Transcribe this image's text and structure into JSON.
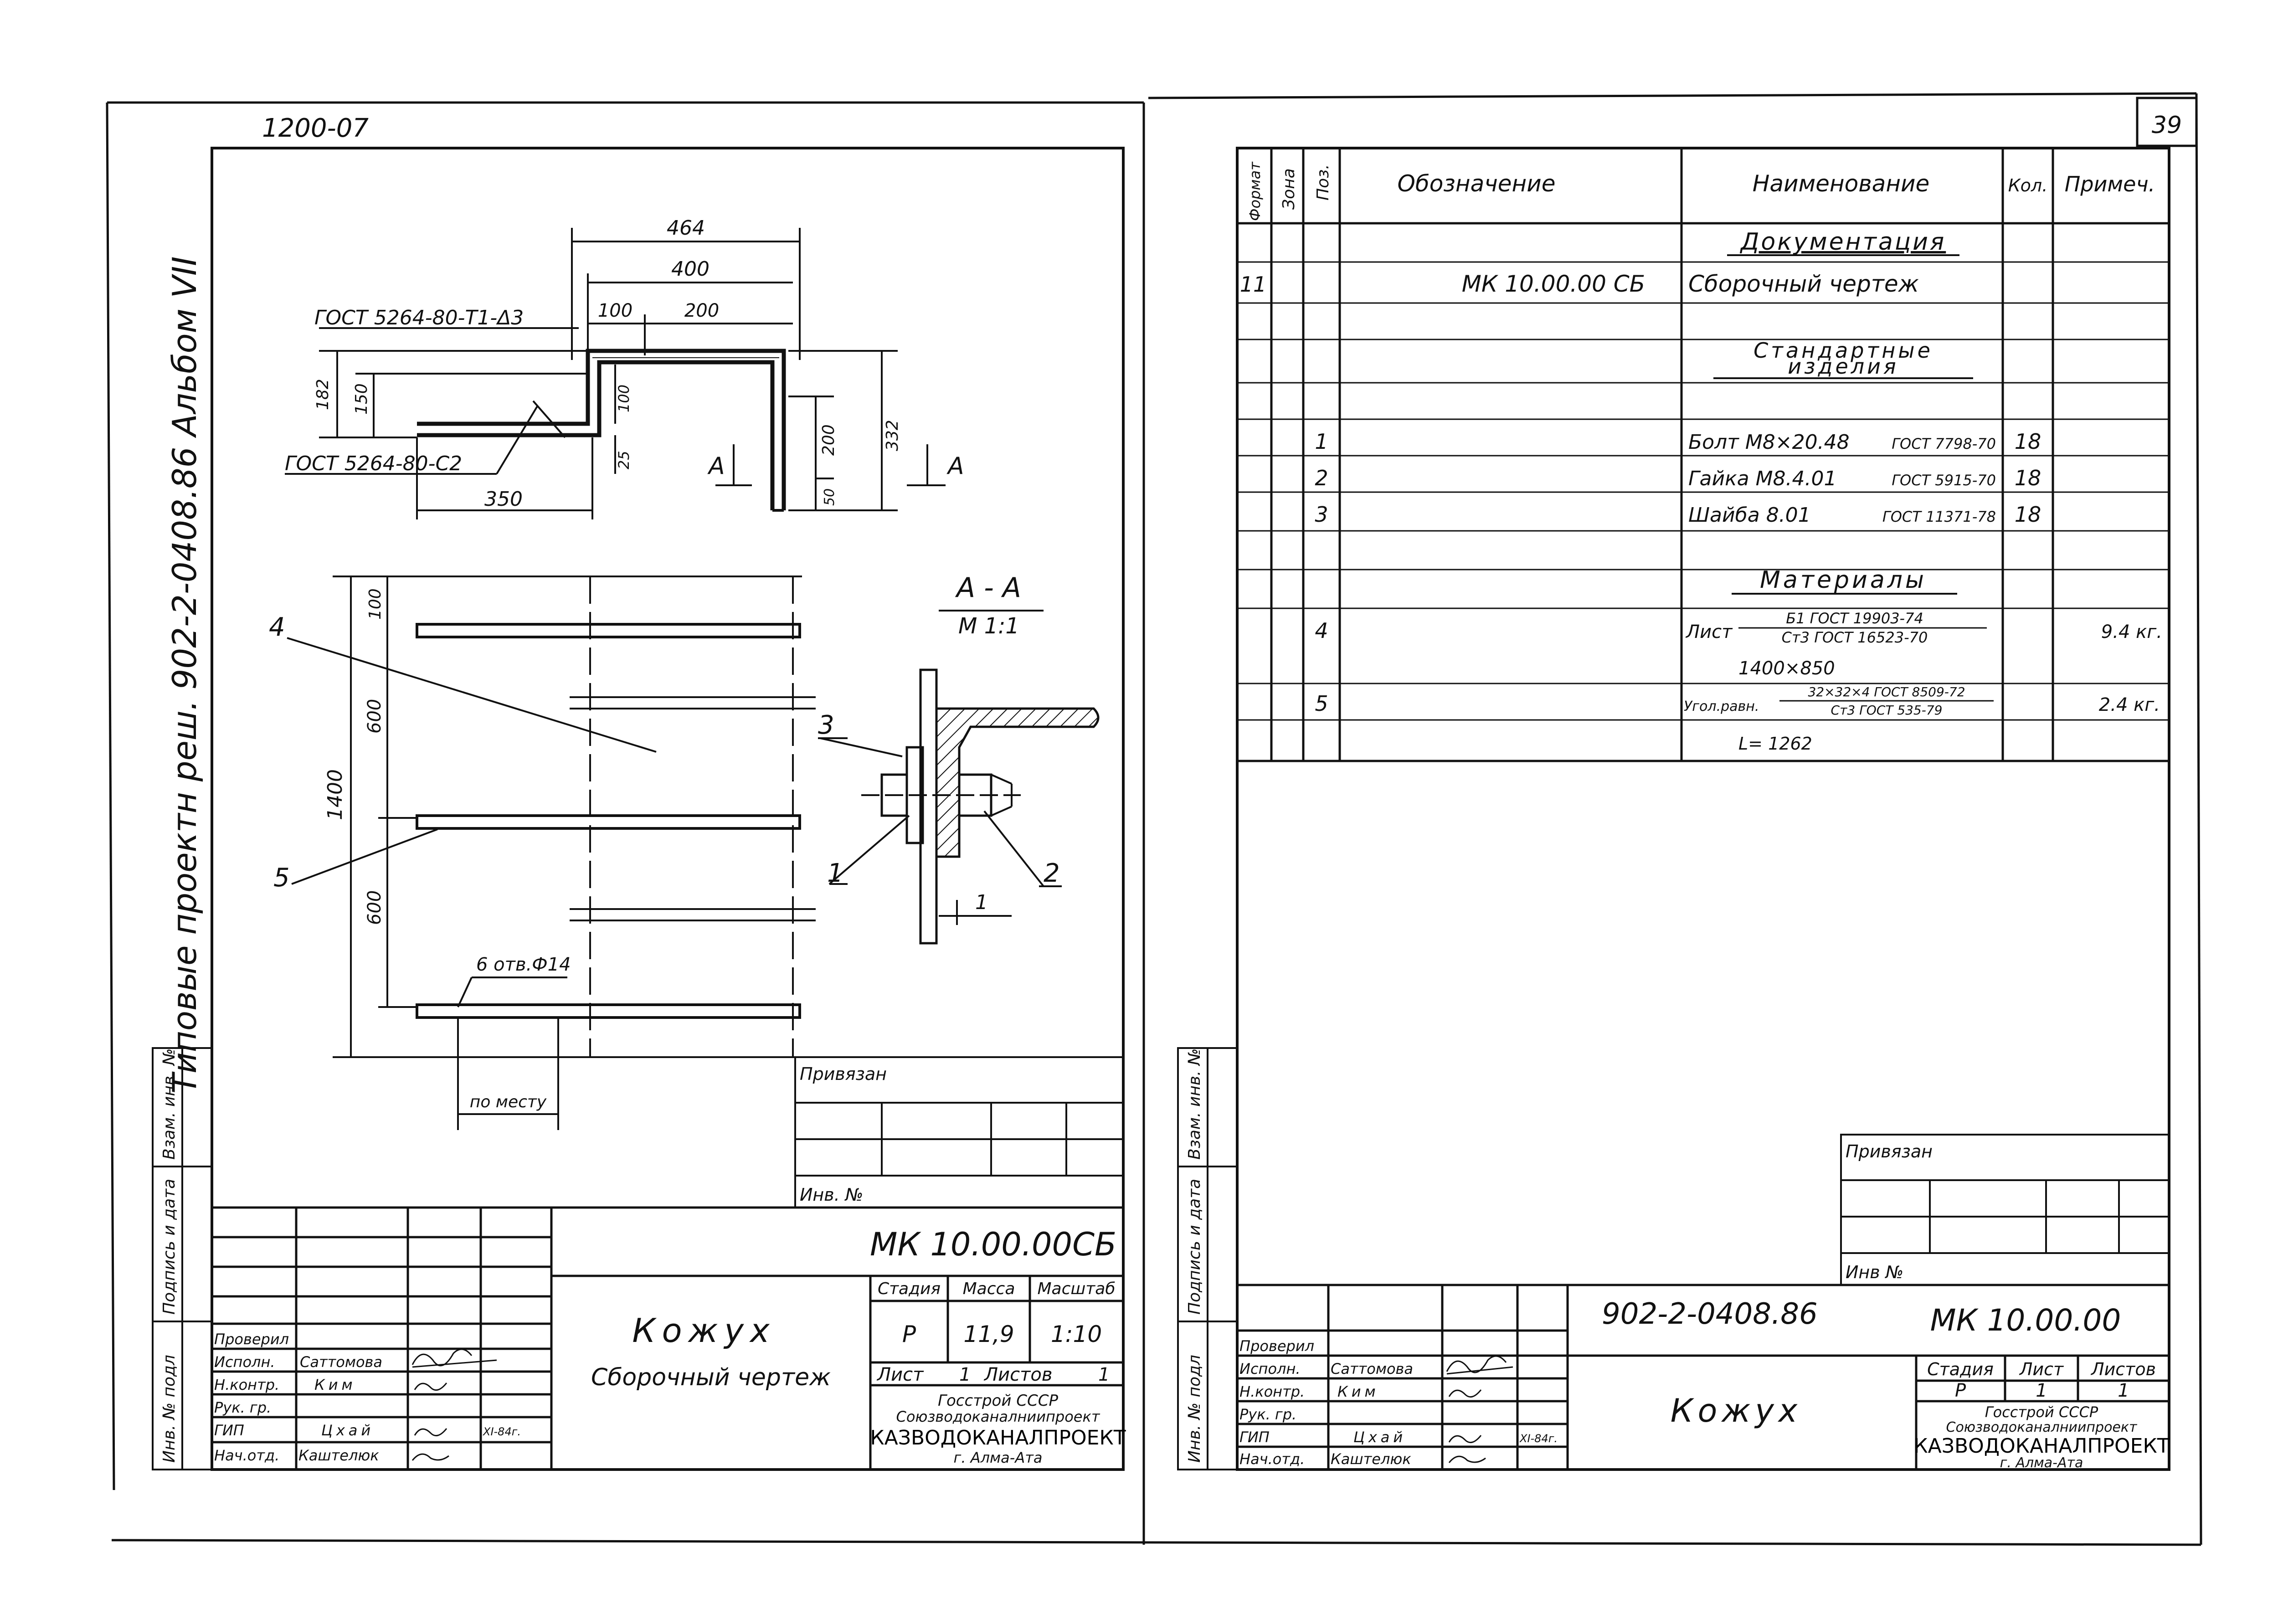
{
  "page_number": "39",
  "left_sheet": {
    "corner_code": "1200-07",
    "side_title": "Типовые проектн реш. 902-2-0408.86 Альбом VII",
    "drawing": {
      "dims_top": [
        "464",
        "400",
        "100",
        "200"
      ],
      "weld_label_1": "ГОСТ 5264-80-Т1-Δ3",
      "weld_label_2": "ГОСТ 5264-80-С2",
      "dims_side": [
        "182",
        "150",
        "100",
        "25",
        "200",
        "332",
        "50",
        "350"
      ],
      "section_mark": "А",
      "plan_dims": [
        "100",
        "600",
        "1400",
        "600"
      ],
      "pos_labels": [
        "4",
        "5",
        "3",
        "1",
        "2"
      ],
      "holes_label": "6 отв.Ф14",
      "in_place_label": "по месту",
      "section_title": "А - А",
      "section_scale": "М 1:1",
      "gap_label": "1"
    },
    "privyazan": "Привязан",
    "inv_no": "Инв. №",
    "side_stamp": [
      "Инв. № подл",
      "Подпись и дата",
      "Взам. инв. №"
    ],
    "title_block": {
      "code": "МК 10.00.00СБ",
      "name_main": "Кожух",
      "name_sub": "Сборочный чертеж",
      "stage_h": "Стадия",
      "mass_h": "Масса",
      "scale_h": "Масштаб",
      "stage": "Р",
      "mass": "11,9",
      "scale": "1:10",
      "sheet_label": "Лист",
      "sheet": "1",
      "sheets_label": "Листов",
      "sheets": "1",
      "org_1": "Госстрой СССР",
      "org_2": "Союзводоканалниипроект",
      "org_3": "КАЗВОДОКАНАЛПРОЕКТ",
      "org_4": "г. Алма-Ата",
      "roles": [
        "Проверил",
        "Исполн.",
        "Н.контр.",
        "Рук. гр.",
        "ГИП",
        "Нач.отд."
      ],
      "names": [
        "",
        "Саттомова",
        "Ким",
        "",
        "Цхай",
        "Каштелюк"
      ],
      "date": "XI-84г."
    }
  },
  "right_sheet": {
    "spec_headers": [
      "Формат",
      "Зона",
      "Поз.",
      "Обозначение",
      "Наименование",
      "Кол.",
      "Примеч."
    ],
    "rows": [
      {
        "fmt": "",
        "pos": "",
        "code": "",
        "name": "Документация",
        "qty": "",
        "note": ""
      },
      {
        "fmt": "11",
        "pos": "",
        "code": "МК 10.00.00 СБ",
        "name": "Сборочный чертеж",
        "qty": "",
        "note": ""
      },
      {
        "fmt": "",
        "pos": "",
        "code": "",
        "name": "",
        "qty": "",
        "note": ""
      },
      {
        "fmt": "",
        "pos": "",
        "code": "",
        "name": "Стандартные изделия",
        "qty": "",
        "note": ""
      },
      {
        "fmt": "",
        "pos": "",
        "code": "",
        "name": "",
        "qty": "",
        "note": ""
      },
      {
        "fmt": "",
        "pos": "1",
        "code": "",
        "name": "Болт М8×20.48",
        "gost": "ГОСТ 7798-70",
        "qty": "18",
        "note": ""
      },
      {
        "fmt": "",
        "pos": "2",
        "code": "",
        "name": "Гайка М8.4.01",
        "gost": "ГОСТ 5915-70",
        "qty": "18",
        "note": ""
      },
      {
        "fmt": "",
        "pos": "3",
        "code": "",
        "name": "Шайба 8.01",
        "gost": "ГОСТ 11371-78",
        "qty": "18",
        "note": ""
      },
      {
        "fmt": "",
        "pos": "",
        "code": "",
        "name": "",
        "qty": "",
        "note": ""
      },
      {
        "fmt": "",
        "pos": "",
        "code": "",
        "name": "Материалы",
        "qty": "",
        "note": ""
      },
      {
        "fmt": "",
        "pos": "4",
        "code": "",
        "name": "Лист",
        "frac_top": "Б1 ГОСТ 19903-74",
        "frac_bot": "Ст3 ГОСТ 16523-70",
        "qty": "",
        "note": "9.4 кг."
      },
      {
        "fmt": "",
        "pos": "",
        "code": "",
        "name": "1400×850",
        "qty": "",
        "note": ""
      },
      {
        "fmt": "",
        "pos": "5",
        "code": "",
        "name": "Угол.равн.",
        "frac_top": "32×32×4 ГОСТ 8509-72",
        "frac_bot": "Ст3 ГОСТ 535-79",
        "qty": "",
        "note": "2.4 кг."
      },
      {
        "fmt": "",
        "pos": "",
        "code": "",
        "name": "L= 1262",
        "qty": "",
        "note": ""
      }
    ],
    "privyazan": "Привязан",
    "inv_no": "Инв №",
    "side_stamp": [
      "Инв. № подл",
      "Подпись и дата",
      "Взам. инв. №"
    ],
    "title_block": {
      "project": "902-2-0408.86",
      "code": "МК 10.00.00",
      "name_main": "Кожух",
      "stage_h": "Стадия",
      "sheet_h": "Лист",
      "sheets_h": "Листов",
      "stage": "Р",
      "sheet": "1",
      "sheets": "1",
      "org_1": "Госстрой СССР",
      "org_2": "Союзводоканалниипроект",
      "org_3": "КАЗВОДОКАНАЛПРОЕКТ",
      "org_4": "г. Алма-Ата",
      "roles": [
        "Проверил",
        "Исполн.",
        "Н.контр.",
        "Рук. гр.",
        "ГИП",
        "Нач.отд."
      ],
      "names": [
        "",
        "Саттомова",
        "Ким",
        "",
        "Цхай",
        "Каштелюк"
      ],
      "date": "XI-84г."
    }
  }
}
